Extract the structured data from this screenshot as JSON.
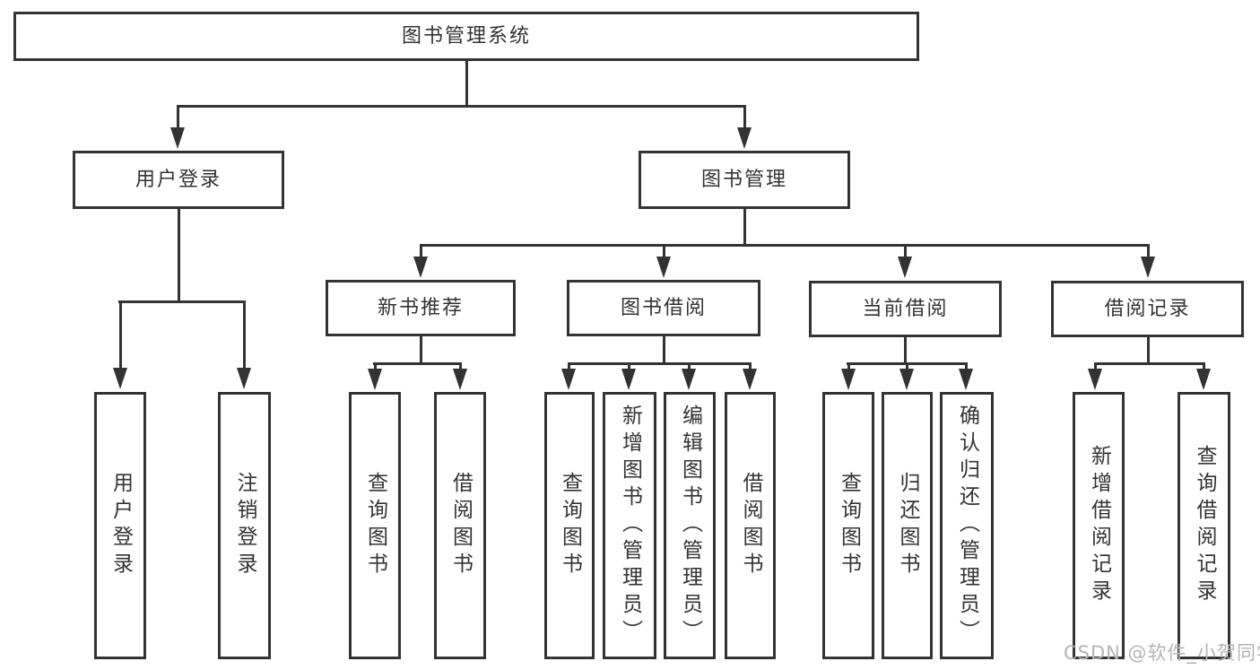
{
  "diagram": {
    "type": "tree",
    "colors": {
      "line": "#333333",
      "text": "#333333",
      "background": "#ffffff",
      "watermark": "#b4b4b4"
    }
  },
  "nodes": {
    "root": "图书管理系统",
    "user_login": "用户登录",
    "book_mgmt": "图书管理",
    "new_book_rec": "新书推荐",
    "book_borrow": "图书借阅",
    "current_borrow": "当前借阅",
    "borrow_record": "借阅记录",
    "user_login_leaf": "用户登录",
    "logout_leaf": "注销登录",
    "query_book_1": "查询图书",
    "borrow_book_1": "借阅图书",
    "query_book_2": "查询图书",
    "add_book": "新增图书（管理员）",
    "edit_book": "编辑图书（管理员）",
    "borrow_book_2": "借阅图书",
    "query_book_3": "查询图书",
    "return_book": "归还图书",
    "confirm_return": "确认归还（管理员）",
    "add_borrow_record": "新增借阅记录",
    "query_borrow_record": "查询借阅记录"
  },
  "watermark": "CSDN @软件_小贺同学"
}
